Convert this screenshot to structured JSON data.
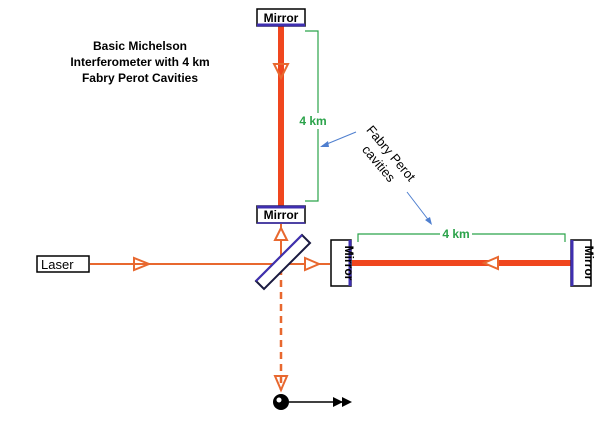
{
  "title": {
    "lines": [
      "Basic Michelson",
      "Interferometer with 4 km",
      "Fabry Perot Cavities"
    ]
  },
  "labels": {
    "laser": "Laser",
    "mirror_top": "Mirror",
    "mirror_inner_vertical": "Mirror",
    "mirror_inner_horizontal": "Mirror",
    "mirror_end_horizontal": "Mirror",
    "length_vertical": "4 km",
    "length_horizontal": "4 km",
    "fabry_perot": [
      "Fabry Perot",
      "cavities"
    ]
  },
  "colors": {
    "beam": "#f0461e",
    "beam_thin": "#e8682f",
    "mirror_border": "#3f2fb0",
    "dimension": "#2ba34a",
    "callout_arrow": "#4f7fcf",
    "photodetector": "#000000"
  },
  "icons": {
    "beam_arrow": "orange-triangle-arrow",
    "photodetector": "photodetector-icon",
    "output_arrow": "double-arrowhead-icon"
  }
}
